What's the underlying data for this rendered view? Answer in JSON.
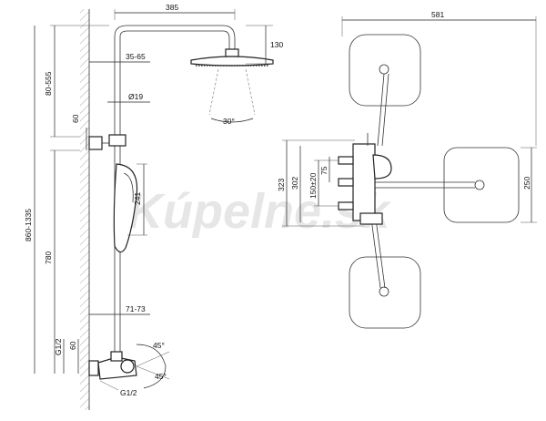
{
  "watermark": "Kúpelne.sk",
  "side_view": {
    "dims": {
      "arm_length": "385",
      "head_height": "130",
      "wall_offset": "35-65",
      "tube_diameter": "Ø19",
      "spray_angle": "30°",
      "upper_adjust": "80-555",
      "holder_height": "60",
      "total_adjust": "860-1335",
      "hand_shower": "241",
      "column": "780",
      "mixer_offset": "71-73",
      "inlet_thread_left": "G1/2",
      "inlet_spacing": "60",
      "rotation_top": "45°",
      "rotation_bottom": "45°",
      "inlet_thread_bottom": "G1/2"
    }
  },
  "top_view": {
    "dims": {
      "overall_width": "581",
      "outer_height": "323",
      "inner_height": "302",
      "inlet_spacing": "150±20",
      "offset": "75",
      "head_size": "250"
    }
  }
}
